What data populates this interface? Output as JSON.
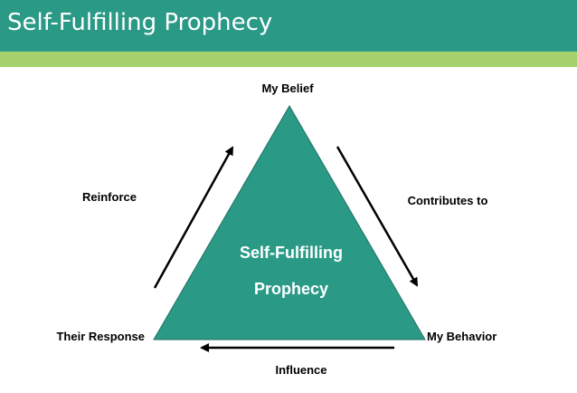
{
  "header": {
    "title": "Self-Fulfilling Prophecy"
  },
  "colors": {
    "title_bar": "#2a9a87",
    "accent_strip": "#a5d26a",
    "triangle_fill": "#2a9a87",
    "triangle_stroke": "#1f6f62",
    "arrow": "#000000"
  },
  "diagram": {
    "center": {
      "line1": "Self-Fulfilling",
      "line2": "Prophecy"
    },
    "nodes": {
      "top": "My Belief",
      "right": "My Behavior",
      "left": "Their Response"
    },
    "edges": {
      "top_to_right": "Contributes to",
      "right_to_left": "Influence",
      "left_to_top": "Reinforce"
    }
  }
}
